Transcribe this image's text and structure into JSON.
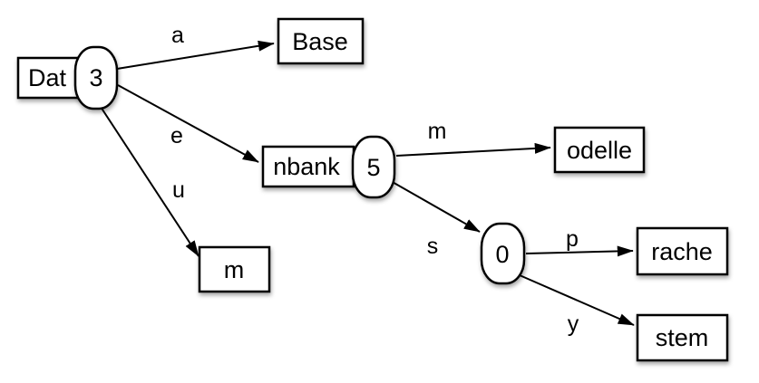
{
  "diagram": {
    "type": "radix-trie-graph",
    "colors": {
      "stroke": "#000000",
      "node_fill": "#ffffff",
      "background": "#ffffff"
    },
    "nodes": {
      "root": {
        "box_label": "Dat",
        "node_id": "3"
      },
      "base": {
        "box_label": "Base"
      },
      "nbank": {
        "box_label": "nbank",
        "node_id": "5"
      },
      "um": {
        "box_label": "m"
      },
      "odelle": {
        "box_label": "odelle"
      },
      "snode": {
        "node_id": "0"
      },
      "rache": {
        "box_label": "rache"
      },
      "stem": {
        "box_label": "stem"
      }
    },
    "edges": {
      "a": {
        "label": "a",
        "from": "root",
        "to": "base"
      },
      "e": {
        "label": "e",
        "from": "root",
        "to": "nbank"
      },
      "u": {
        "label": "u",
        "from": "root",
        "to": "um"
      },
      "m": {
        "label": "m",
        "from": "nbank",
        "to": "odelle"
      },
      "s": {
        "label": "s",
        "from": "nbank",
        "to": "snode"
      },
      "p": {
        "label": "p",
        "from": "snode",
        "to": "rache"
      },
      "y": {
        "label": "y",
        "from": "snode",
        "to": "stem"
      }
    }
  }
}
